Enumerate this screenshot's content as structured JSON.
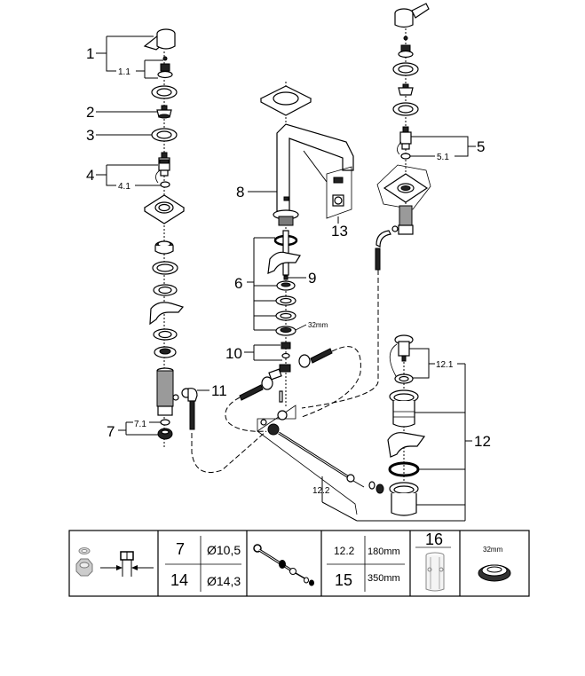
{
  "diagram": {
    "title": "Exploded parts diagram - widespread basin faucet",
    "callouts": {
      "c1": "1",
      "c1_1": "1.1",
      "c2": "2",
      "c3": "3",
      "c4": "4",
      "c4_1": "4.1",
      "c5": "5",
      "c5_1": "5.1",
      "c6": "6",
      "c7": "7",
      "c7_1": "7.1",
      "c8": "8",
      "c9": "9",
      "c10": "10",
      "c11": "11",
      "c12": "12",
      "c12_1": "12.1",
      "c12_2": "12.2",
      "c13": "13",
      "size_note": "32mm"
    }
  },
  "spec_table": {
    "cells": {
      "tool_icons": [
        "washer-icon",
        "nut-icon",
        "wrench-width-icon"
      ],
      "size_row1_part": "7",
      "size_row1_value": "Ø10,5",
      "size_row2_part": "14",
      "size_row2_value": "Ø14,3",
      "rod_icon": "pop-up-rod-icon",
      "length_row1_part": "12.2",
      "length_row1_value": "180mm",
      "length_row2_part": "15",
      "length_row2_value": "350mm",
      "tool_part": "16",
      "tool_icon": "cartridge-tool-icon",
      "nut_size": "32mm",
      "nut_icon": "mounting-nut-icon"
    }
  }
}
